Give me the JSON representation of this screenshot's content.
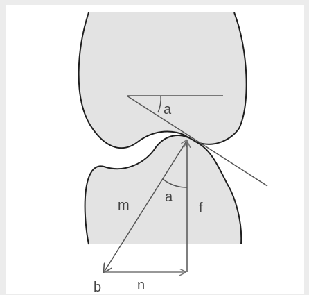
{
  "diagram": {
    "labels": {
      "angle_upper": "a",
      "angle_lower": "a",
      "vector_m": "m",
      "vector_f": "f",
      "vector_n": "n",
      "point_b": "b"
    },
    "colors": {
      "page_bg": "#ececec",
      "canvas_bg": "#ffffff",
      "body_fill": "#e3e3e3",
      "outline": "#1e1e1e",
      "line": "#555555",
      "arrow": "#777777",
      "text": "#444444"
    }
  }
}
